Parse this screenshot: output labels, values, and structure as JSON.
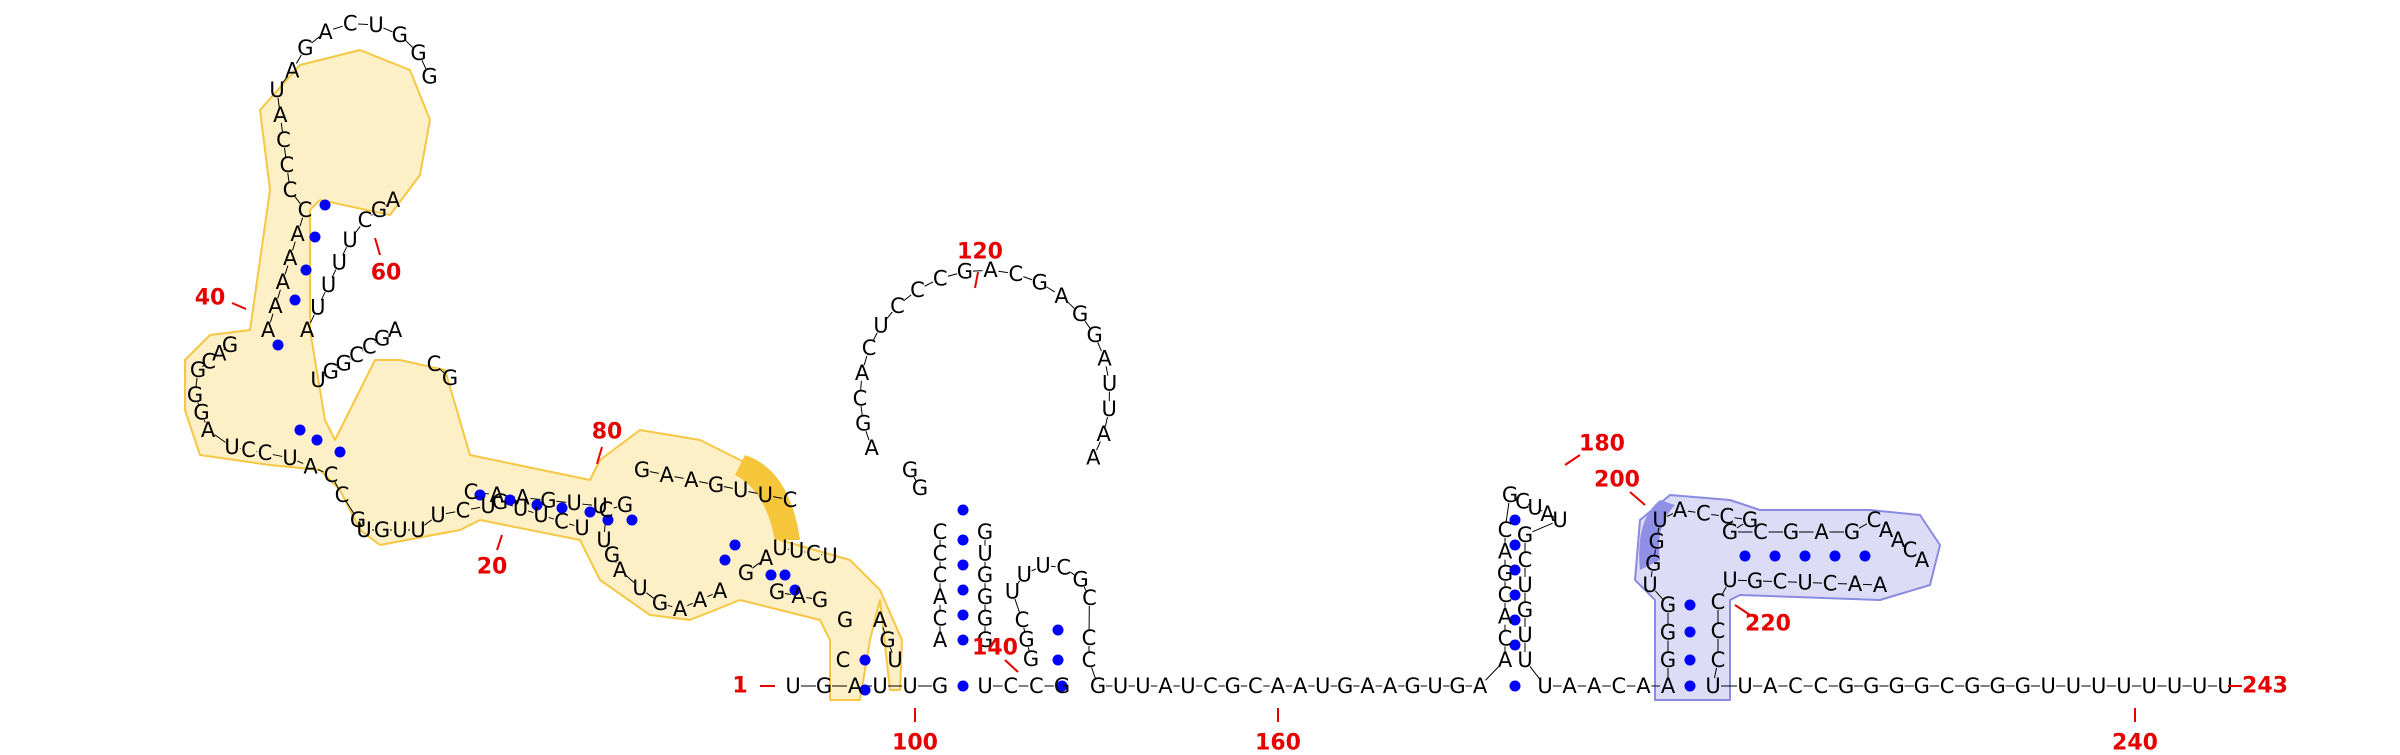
{
  "structure": {
    "sequence_first": "1",
    "sequence_last": "243",
    "position_labels": [
      {
        "text": "1",
        "id": "label-1"
      },
      {
        "text": "20",
        "id": "label-20"
      },
      {
        "text": "40",
        "id": "label-40"
      },
      {
        "text": "60",
        "id": "label-60"
      },
      {
        "text": "80",
        "id": "label-80"
      },
      {
        "text": "100",
        "id": "label-100"
      },
      {
        "text": "120",
        "id": "label-120"
      },
      {
        "text": "140",
        "id": "label-140"
      },
      {
        "text": "160",
        "id": "label-160"
      },
      {
        "text": "180",
        "id": "label-180"
      },
      {
        "text": "200",
        "id": "label-200"
      },
      {
        "text": "220",
        "id": "label-220"
      },
      {
        "text": "240",
        "id": "label-240"
      },
      {
        "text": "243",
        "id": "label-243"
      }
    ],
    "colors": {
      "yellow_region_fill": "#fdf0c6",
      "yellow_region_stroke": "#f6c744",
      "yellow_highlight": "#f5c53a",
      "blue_region_fill": "#dcdcf6",
      "blue_region_stroke": "#8a8ae0",
      "blue_highlight": "#8f8fe6",
      "base_pair": "#0000ff",
      "label": "#e60000"
    }
  }
}
